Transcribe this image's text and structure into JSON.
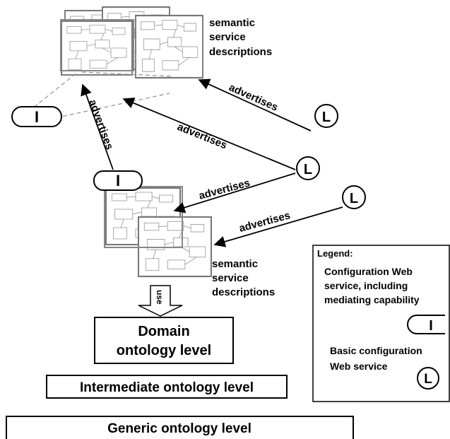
{
  "top_cluster_label": [
    "semantic",
    "service",
    "descriptions"
  ],
  "mid_cluster_label": [
    "semantic",
    "service",
    "descriptions"
  ],
  "arrows": {
    "a1": "advertises",
    "a2": "advertises",
    "a3": "advertises",
    "a4": "advertises",
    "a5": "advertises"
  },
  "nodes": {
    "i_label": "I",
    "l_label": "L"
  },
  "use_label": "use",
  "ontology": {
    "domain": [
      "Domain",
      "ontology level"
    ],
    "intermediate": "Intermediate ontology level",
    "generic": "Generic ontology level"
  },
  "legend": {
    "title": "Legend:",
    "config_service": [
      "Configuration Web",
      "service, including",
      "mediating capability"
    ],
    "basic_service": [
      "Basic configuration",
      "Web service"
    ]
  }
}
